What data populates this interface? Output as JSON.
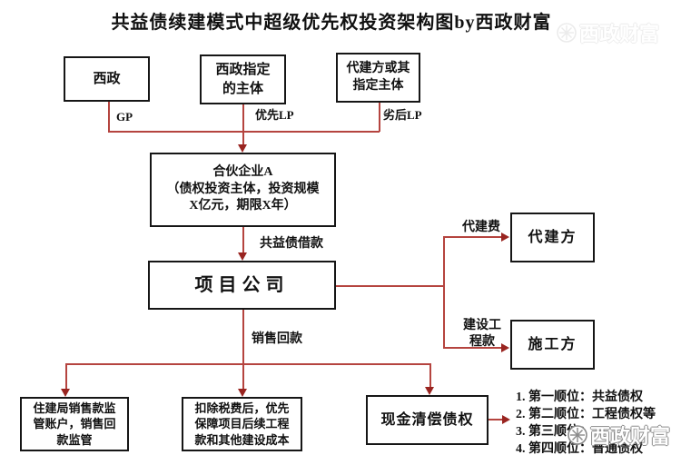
{
  "title": "共益债续建模式中超级优先权投资架构图by西政财富",
  "top_row": {
    "box_xizheng": "西政",
    "box_designated": "西政指定\n的主体",
    "box_agent_entity": "代建方或其\n指定主体",
    "label_gp": "GP",
    "label_senior_lp": "优先LP",
    "label_junior_lp": "劣后LP"
  },
  "middle": {
    "box_partnership": "合伙企业A\n（债权投资主体，投资规模\nX亿元，期限X年）",
    "label_loan": "共益债借款",
    "box_project_company": "项目公司",
    "label_sales_return": "销售回款"
  },
  "right_branch": {
    "label_agent_fee": "代建费",
    "box_agent": "代建方",
    "label_construction_fee": "建设工\n程款",
    "box_contractor": "施工方"
  },
  "bottom": {
    "box_regulatory": "住建局销售款监\n管账户，销售回\n款监管",
    "box_tax": "扣除税费后，优先\n保障项目后续工程\n款和其他建设成本",
    "box_cash": "现金清偿债权",
    "priority_items": [
      "1. 第一顺位：共益债权",
      "2. 第二顺位：工程债权等",
      "3. 第三顺位：",
      "4. 第四顺位：普通债权"
    ]
  },
  "watermark": {
    "text": "西政财富",
    "logo": "star-badge-icon"
  },
  "colors": {
    "connector": "#b5443f",
    "arrow": "#992420",
    "border": "#161616",
    "watermark_outline": "#8a8a8a"
  }
}
